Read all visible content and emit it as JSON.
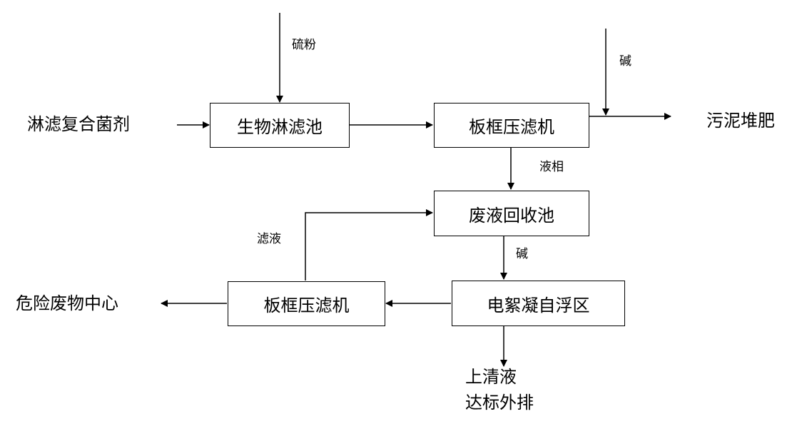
{
  "nodes": {
    "bio_leach_tank": "生物淋滤池",
    "filter_press_1": "板框压滤机",
    "waste_recovery_tank": "废液回收池",
    "electro_flotation": "电絮凝自浮区",
    "filter_press_2": "板框压滤机"
  },
  "inputs": {
    "leach_agent": "淋滤复合菌剂"
  },
  "outputs": {
    "sludge_compost": "污泥堆肥",
    "hazardous_center": "危险废物中心",
    "supernatant_line1": "上清液",
    "supernatant_line2": "达标外排"
  },
  "edge_labels": {
    "sulfur_powder": "硫粉",
    "alkali_1": "碱",
    "liquid_phase": "液相",
    "alkali_2": "碱",
    "filtrate": "滤液"
  }
}
